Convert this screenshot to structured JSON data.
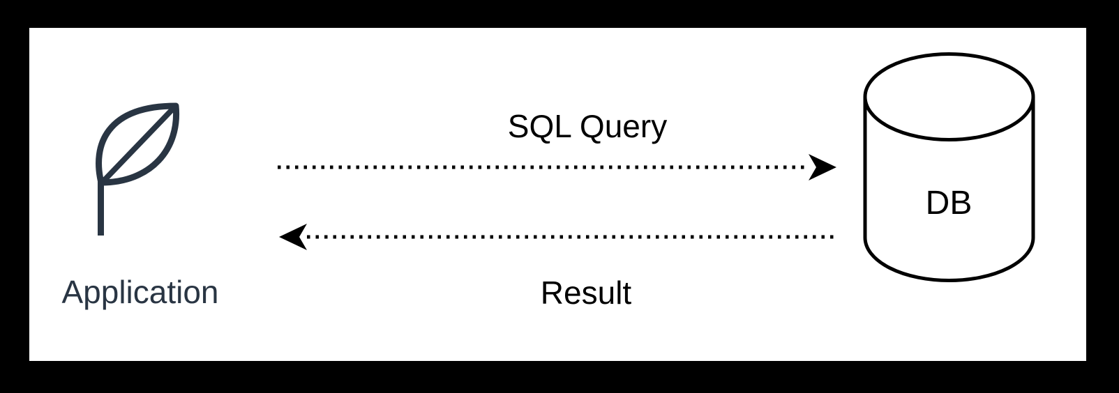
{
  "diagram": {
    "type": "flow",
    "nodes": {
      "application": {
        "label": "Application",
        "icon": "leaf-icon"
      },
      "database": {
        "label": "DB",
        "shape": "cylinder"
      }
    },
    "edges": {
      "request": {
        "label": "SQL Query",
        "from": "application",
        "to": "database",
        "style": "dotted-arrow-right"
      },
      "response": {
        "label": "Result",
        "from": "database",
        "to": "application",
        "style": "dotted-arrow-left"
      }
    }
  },
  "colors": {
    "leaf": "#293543",
    "line": "#000000",
    "background": "#ffffff",
    "frame": "#000000"
  }
}
